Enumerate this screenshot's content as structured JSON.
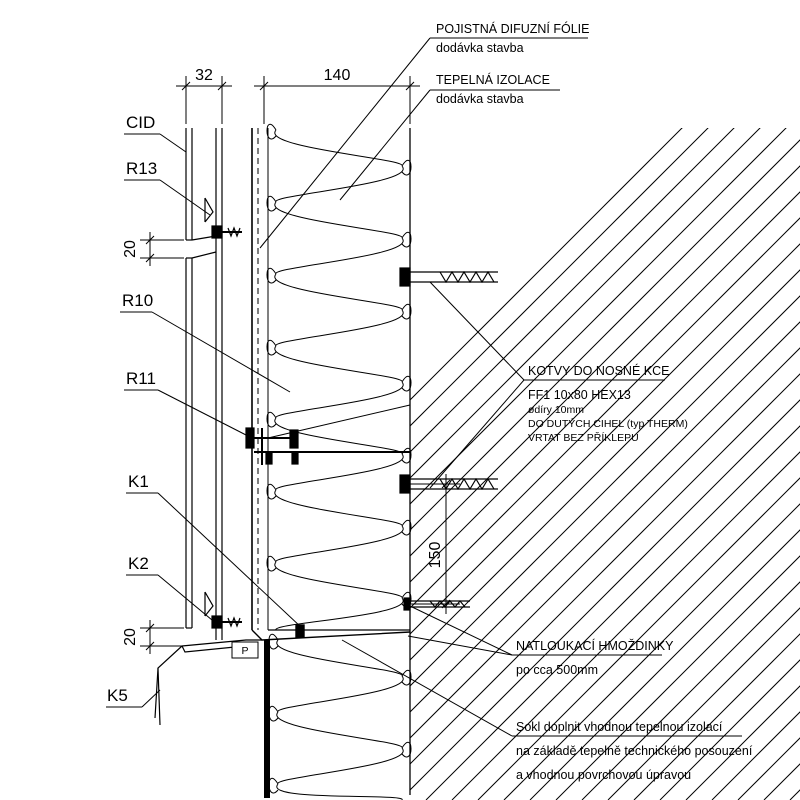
{
  "labels": {
    "cid": "CID",
    "r13": "R13",
    "r10": "R10",
    "r11": "R11",
    "k1": "K1",
    "k2": "K2",
    "k5": "K5",
    "p_box": "P"
  },
  "dimensions": {
    "d32": "32",
    "d140": "140",
    "d20_top": "20",
    "d20_bottom": "20",
    "d150": "150"
  },
  "notes": {
    "foil_title": "POJISTNÁ DIFUZNÍ FÓLIE",
    "foil_sub": "dodávka stavba",
    "insulation_title": "TEPELNÁ IZOLACE",
    "insulation_sub": "dodávka stavba",
    "anchors_title": "KOTVY DO NOSNÉ KCE",
    "anchors_line1": "FF1 10x80 HEX13",
    "anchors_line2": "ødíry 10mm",
    "anchors_line3": "DO DUTÝCH CIHEL (typ THERM)",
    "anchors_line4": "VRTAT BEZ PŘÍKLEPU",
    "dowels_title": "NATLOUKACÍ HMOŽDINKY",
    "dowels_sub": "po cca 500mm",
    "sokl_line1": "Sokl doplnit vhodnou tepelnou izolací",
    "sokl_line2": "na základě tepelně technického posouzení",
    "sokl_line3": "a vhodnou povrchovou úpravou"
  }
}
